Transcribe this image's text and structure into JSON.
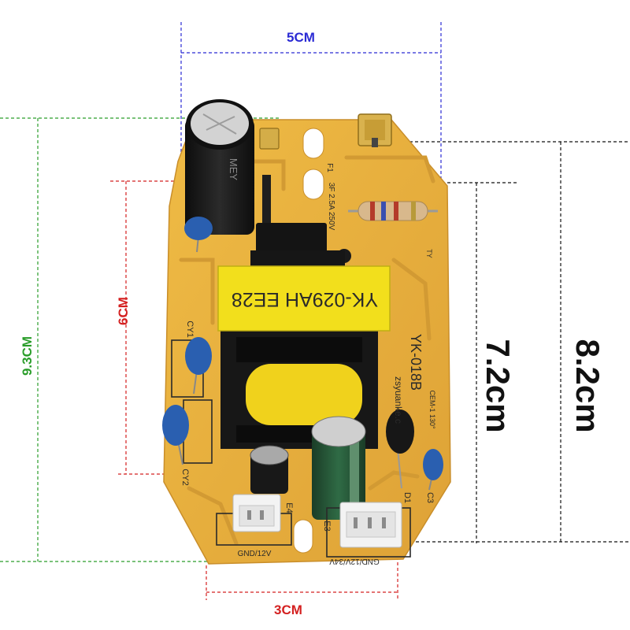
{
  "dimensions": {
    "top_width": "5CM",
    "outer_height_left": "9.3CM",
    "inner_height_left": "6CM",
    "bottom_width": "3CM",
    "inner_height_right": "7.2cm",
    "outer_height_right": "8.2cm"
  },
  "silkscreen": {
    "transformer_label": "YK-029AH EE28",
    "board_model": "YK-018B",
    "website": "zsyuanke.c",
    "material": "CEM-1 130°",
    "connector_left": "GND/12V",
    "connector_right": "GND/12V/34V",
    "cy1": "CY1",
    "cy2": "CY2",
    "c3": "C3",
    "d1": "D1",
    "e3": "E3",
    "e4": "E4",
    "f1": "F1",
    "fuse_rating": "3F 2.5A 250V",
    "ty": "TY"
  },
  "components": {
    "main_capacitor_print": "MEY"
  },
  "colors": {
    "board": "#e6ad3c",
    "dimension_blue": "#2b2bd4",
    "dimension_green": "#2a9d2a",
    "dimension_red": "#d42020",
    "dimension_black": "#111111",
    "ceramic_capacitor": "#2a5fb0",
    "transformer_label": "#f2df1c"
  }
}
